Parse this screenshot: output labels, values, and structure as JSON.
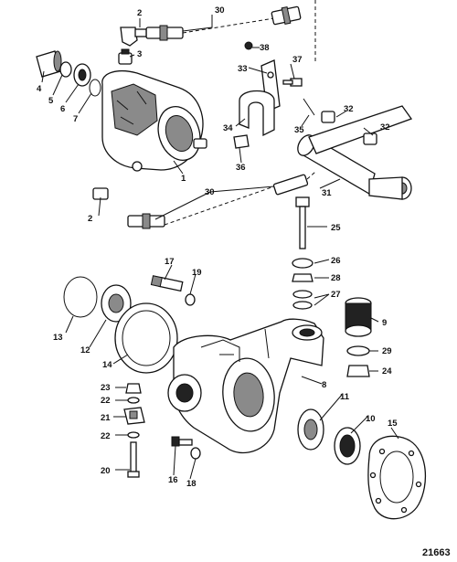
{
  "callouts": {
    "c1": "1",
    "c2a": "2",
    "c2b": "2",
    "c3": "3",
    "c4": "4",
    "c5": "5",
    "c6": "6",
    "c7": "7",
    "c8": "8",
    "c9": "9",
    "c10": "10",
    "c11": "11",
    "c12": "12",
    "c13": "13",
    "c14": "14",
    "c15": "15",
    "c16": "16",
    "c17": "17",
    "c18": "18",
    "c19": "19",
    "c20": "20",
    "c21": "21",
    "c22a": "22",
    "c22b": "22",
    "c23": "23",
    "c24": "24",
    "c25": "25",
    "c26": "26",
    "c27": "27",
    "c28": "28",
    "c29": "29",
    "c30a": "30",
    "c30b": "30",
    "c31": "31",
    "c32a": "32",
    "c32b": "32",
    "c33": "33",
    "c34": "34",
    "c35": "35",
    "c36": "36",
    "c37": "37",
    "c38": "38"
  },
  "figure_number": "21663"
}
